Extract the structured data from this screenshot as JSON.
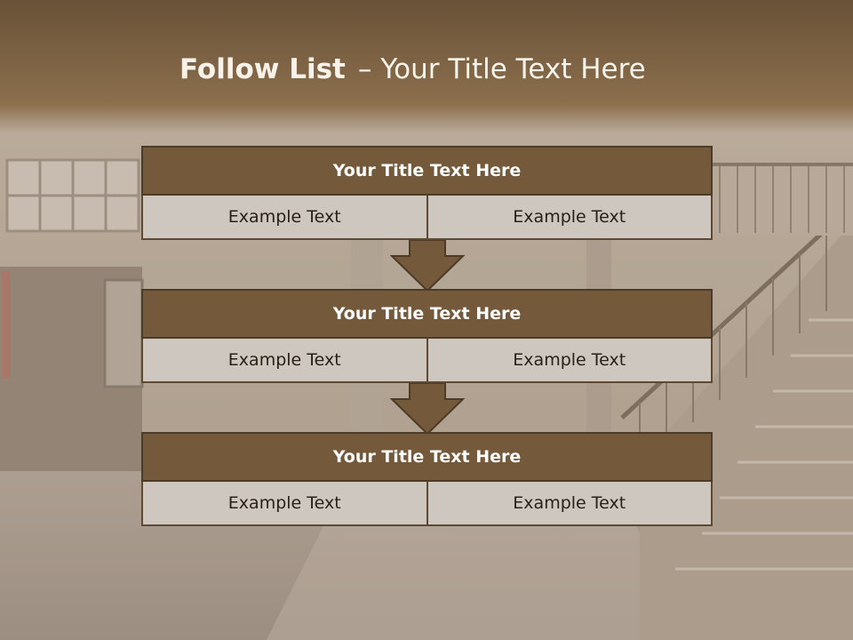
{
  "slide": {
    "title_bold": "Follow List",
    "title_separator": "–",
    "title_rest": "Your Title Text Here"
  },
  "steps": [
    {
      "title": "Your Title Text Here",
      "left": "Example Text",
      "right": "Example Text"
    },
    {
      "title": "Your Title Text Here",
      "left": "Example Text",
      "right": "Example Text"
    },
    {
      "title": "Your Title Text Here",
      "left": "Example Text",
      "right": "Example Text"
    }
  ],
  "colors": {
    "header_band": "#7d6344",
    "box_title_fill": "#745a3b",
    "box_cell_fill": "#cdc7c0",
    "arrow_fill": "#745a3b"
  },
  "background_image": "old-hall-with-staircase"
}
